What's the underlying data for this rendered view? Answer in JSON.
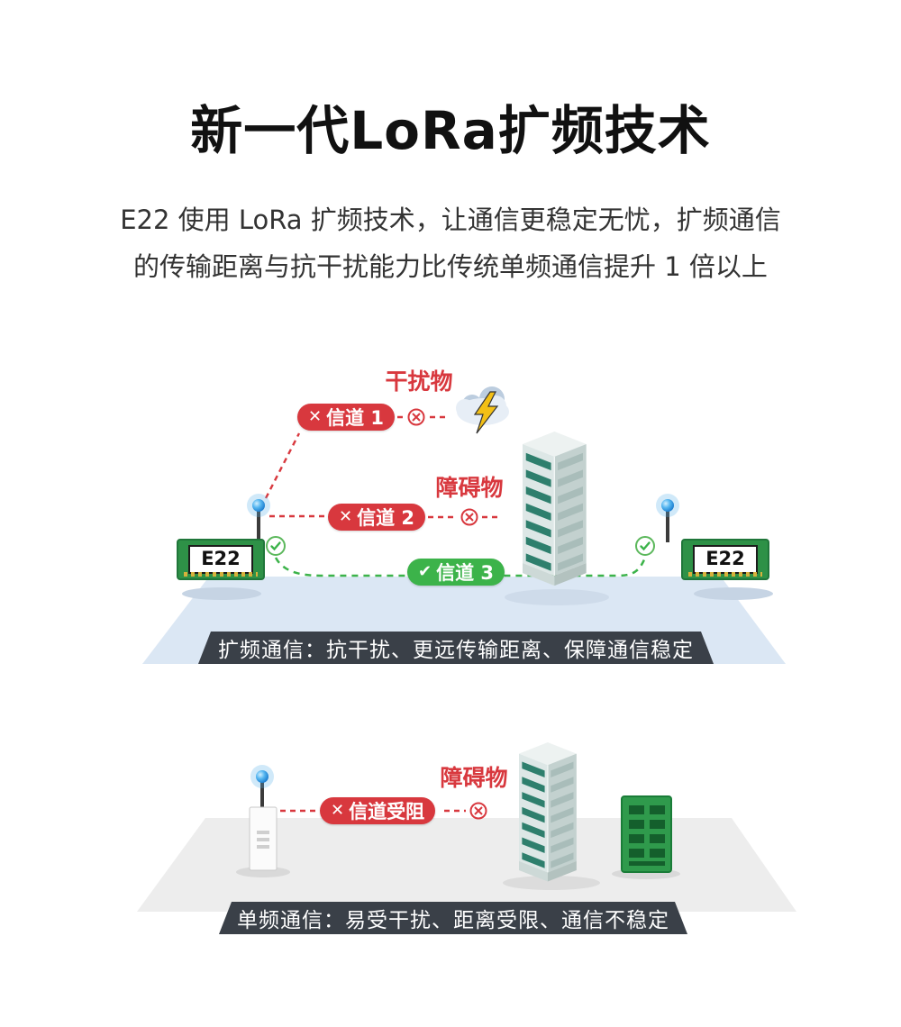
{
  "title": "新一代LoRa扩频技术",
  "subtitle": {
    "line1": "E22 使用 LoRa 扩频技术，让通信更稳定无忧，扩频通信",
    "line2": "的传输距离与抗干扰能力比传统单频通信提升 1 倍以上"
  },
  "icons": {
    "cross": "✕",
    "check": "✔",
    "blocked": "⊗"
  },
  "colors": {
    "red": "#d8383e",
    "green": "#3cb34a",
    "banner_bg": "#3a4048",
    "floor_blue": "#dbe7f4",
    "floor_gray": "#ededed",
    "pcb_green": "#2f9a4c"
  },
  "spread_diagram": {
    "interference_label": "干扰物",
    "obstacle_label": "障碍物",
    "channel1_label": "信道 1",
    "channel2_label": "信道 2",
    "channel3_label": "信道 3",
    "left_module": "E22",
    "right_module": "E22",
    "banner": "扩频通信：抗干扰、更远传输距离、保障通信稳定"
  },
  "single_diagram": {
    "obstacle_label": "障碍物",
    "blocked_label": "信道受阻",
    "banner": "单频通信：易受干扰、距离受限、通信不稳定"
  }
}
